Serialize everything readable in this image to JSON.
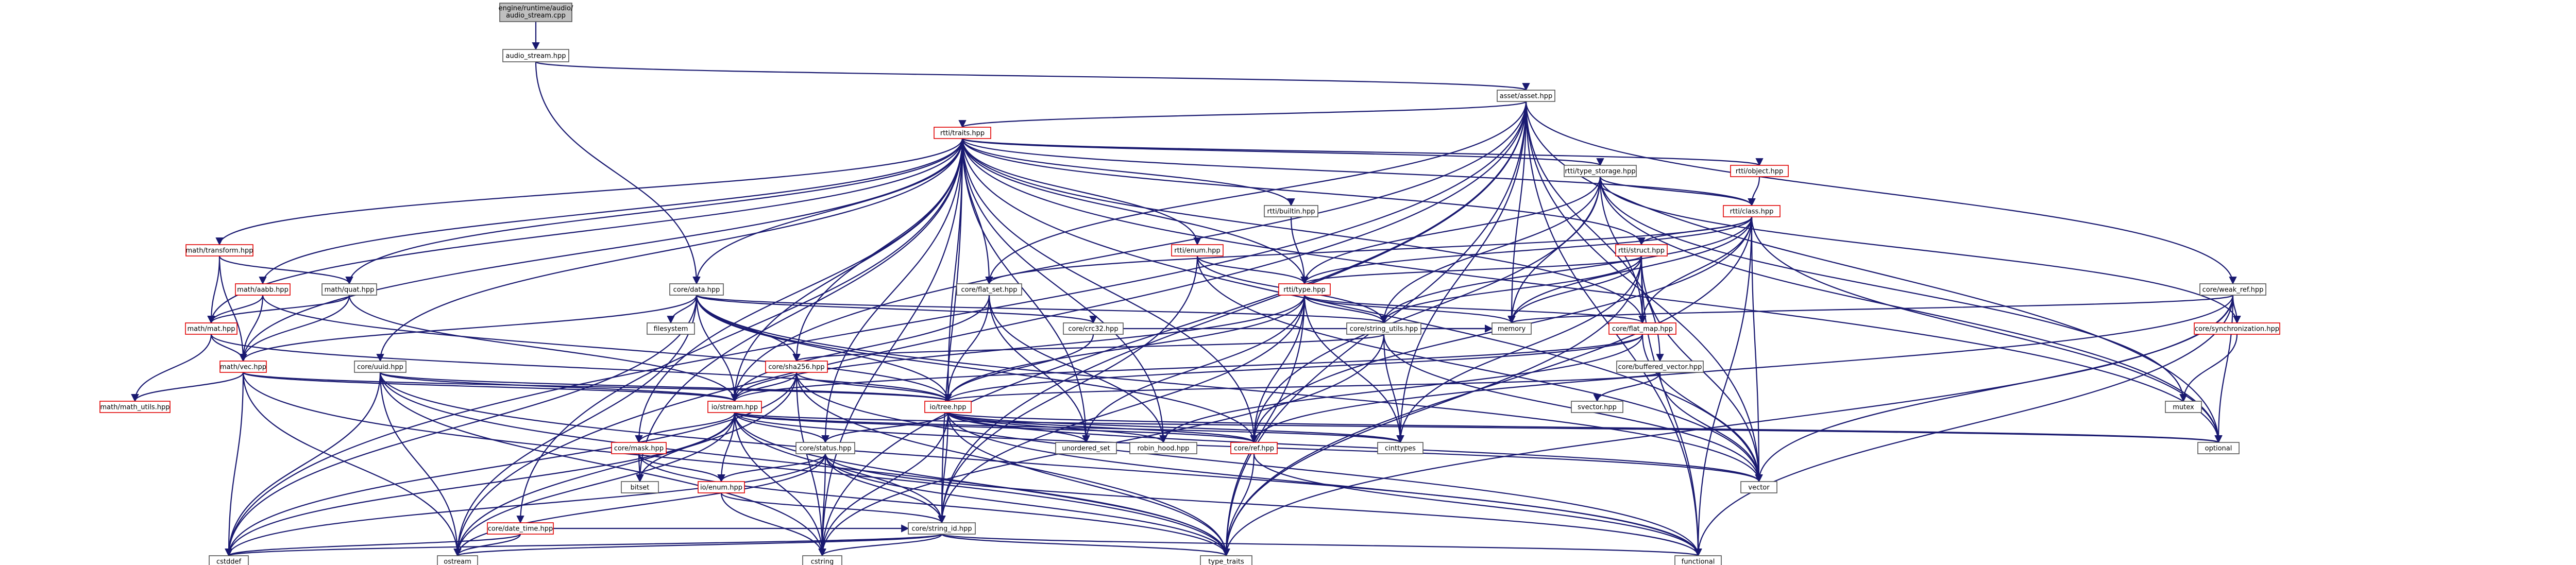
{
  "graph": {
    "nodes": {
      "root": "engine/runtime/audio/audio_stream.cpp",
      "audio_stream": "audio_stream.hpp",
      "asset": "asset/asset.hpp",
      "rtti_traits": "rtti/traits.hpp",
      "rtti_type_storage": "rtti/type_storage.hpp",
      "rtti_object": "rtti/object.hpp",
      "rtti_class": "rtti/class.hpp",
      "rtti_builtin": "rtti/builtin.hpp",
      "rtti_enum": "rtti/enum.hpp",
      "rtti_struct": "rtti/struct.hpp",
      "rtti_type": "rtti/type.hpp",
      "math_transform": "math/transform.hpp",
      "math_aabb": "math/aabb.hpp",
      "math_quat": "math/quat.hpp",
      "math_mat": "math/mat.hpp",
      "math_vec": "math/vec.hpp",
      "math_utils": "math/math_utils.hpp",
      "core_data": "core/data.hpp",
      "core_uuid": "core/uuid.hpp",
      "core_flat_set": "core/flat_set.hpp",
      "core_crc32": "core/crc32.hpp",
      "core_string_utils": "core/string_utils.hpp",
      "core_flat_map": "core/flat_map.hpp",
      "core_buffered_vector": "core/buffered_vector.hpp",
      "core_sha256": "core/sha256.hpp",
      "io_stream": "io/stream.hpp",
      "io_tree": "io/tree.hpp",
      "core_weak_ref": "core/weak_ref.hpp",
      "core_synchronization": "core/synchronization.hpp",
      "core_mask": "core/mask.hpp",
      "core_status": "core/status.hpp",
      "io_enum": "io/enum.hpp",
      "core_ref": "core/ref.hpp",
      "core_date_time": "core/date_time.hpp",
      "core_string_id": "core/string_id.hpp",
      "filesystem": "filesystem",
      "memory": "memory",
      "svector": "svector.hpp",
      "unordered_set": "unordered_set",
      "robin_hood": "robin_hood.hpp",
      "cinttypes": "cinttypes",
      "optional": "optional",
      "mutex": "mutex",
      "bitset": "bitset",
      "vector": "vector",
      "cstddef": "cstddef",
      "ostream": "ostream",
      "cstring": "cstring",
      "type_traits": "type_traits",
      "functional": "functional"
    }
  }
}
